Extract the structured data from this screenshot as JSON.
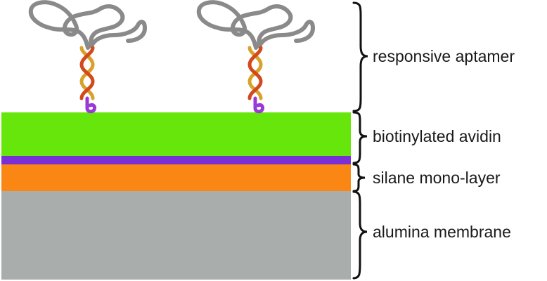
{
  "labels": {
    "aptamer": "responsive aptamer",
    "avidin": "biotinylated avidin",
    "silane": "silane mono-layer",
    "alumina": "alumina membrane"
  },
  "colors": {
    "avidin": "#66e60a",
    "biotin_strip": "#7a2fd6",
    "silane": "#fa8714",
    "alumina": "#a9aeac",
    "aptamer_loop": "#8a8a8a",
    "helix_red": "#d24a1c",
    "helix_gold": "#d8a22a",
    "biotin_hook": "#9a3ad6",
    "brace": "#111111"
  },
  "icons": {
    "aptamer": "aptamer-strand-icon",
    "brace": "curly-brace-icon"
  }
}
